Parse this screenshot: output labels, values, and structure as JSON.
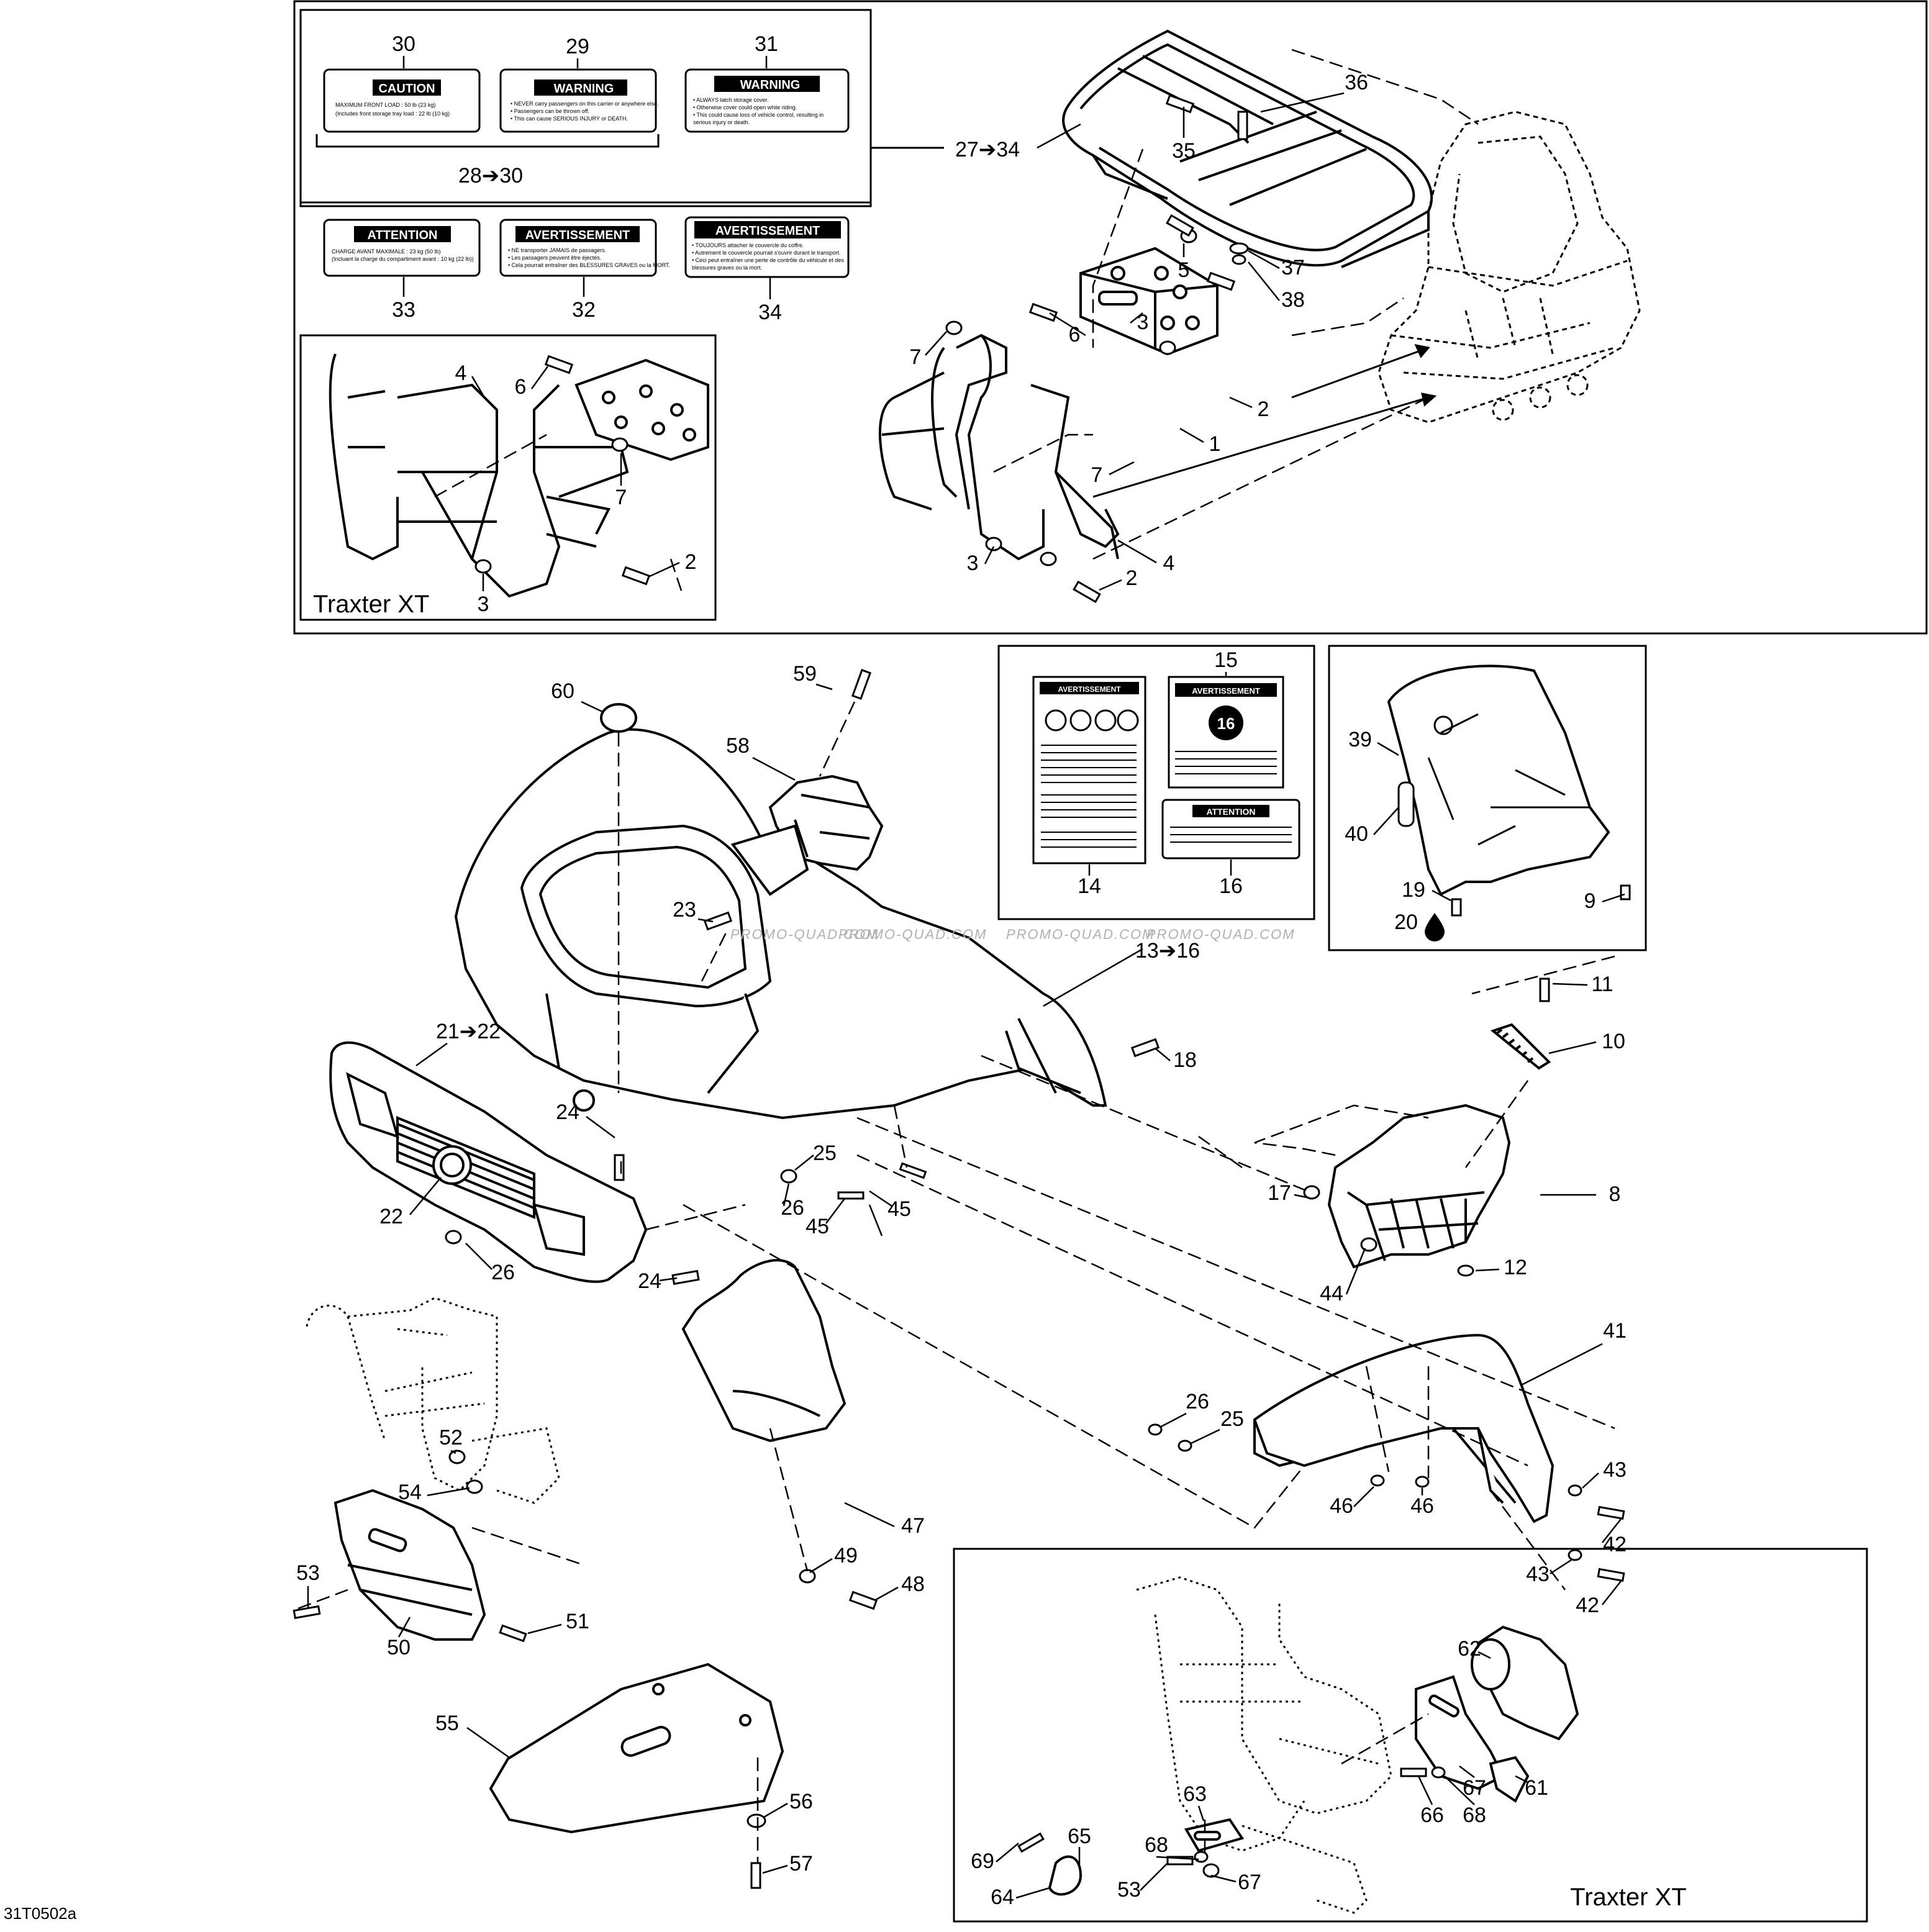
{
  "diagram": {
    "reference_code": "31T0502a",
    "frame_labels": {
      "xt_bumper_inset": "Traxter XT",
      "xt_winch_inset": "Traxter XT"
    },
    "watermark": "PROMO-QUAD.COM",
    "decals": {
      "d30": {
        "title": "CAUTION",
        "lines": [
          "MAXIMUM FRONT LOAD : 50 lb (23 kg)",
          "(Includes front storage tray load : 22 lb (10 kg)"
        ]
      },
      "d29": {
        "title": "WARNING",
        "lines": [
          "• NEVER carry passengers on this carrier or anywhere else.",
          "• Passengers can be thrown off.",
          "• This can cause SERIOUS INJURY or DEATH."
        ]
      },
      "d31": {
        "title": "WARNING",
        "lines": [
          "• ALWAYS latch storage cover.",
          "• Otherwise cover could open while riding.",
          "• This could cause loss of vehicle control, resulting in",
          "  serious injury or death."
        ]
      },
      "d33": {
        "title": "ATTENTION",
        "lines": [
          "CHARGE AVANT MAXIMALE : 23 kg (50 lb)",
          "(Incluant la charge du compartiment avant : 10 kg (22 lb))"
        ]
      },
      "d32": {
        "title": "AVERTISSEMENT",
        "lines": [
          "• NE transporter JAMAIS de passagers.",
          "• Les passagers peuvent être éjectés.",
          "• Cela pourrait entraîner des BLESSURES GRAVES ou la MORT."
        ]
      },
      "d34": {
        "title": "AVERTISSEMENT",
        "lines": [
          "• TOUJOURS attacher le couvercle du coffre.",
          "• Autrement le couvercle pourrait s'ouvrir durant le transport.",
          "• Ceci peut entraîner une perte de contrôle du véhicule et des",
          "  blessures graves ou la mort."
        ]
      },
      "d14": {
        "title": "AVERTISSEMENT"
      },
      "d15": {
        "title": "AVERTISSEMENT",
        "badge": "16"
      },
      "d16": {
        "title": "ATTENTION"
      }
    },
    "callouts": {
      "c1": "1",
      "c2a": "2",
      "c2b": "2",
      "c2c": "2",
      "c3a": "3",
      "c3b": "3",
      "c3c": "3",
      "c4a": "4",
      "c4b": "4",
      "c5": "5",
      "c6a": "6",
      "c6b": "6",
      "c7a": "7",
      "c7b": "7",
      "c7c": "7",
      "c8": "8",
      "c9": "9",
      "c10": "10",
      "c11": "11",
      "c12": "12",
      "c13_16": "13➔16",
      "c14": "14",
      "c15": "15",
      "c16": "16",
      "c17": "17",
      "c18": "18",
      "c19": "19",
      "c20": "20",
      "c21_22": "21➔22",
      "c22": "22",
      "c23": "23",
      "c24a": "24",
      "c24b": "24",
      "c25a": "25",
      "c25b": "25",
      "c26a": "26",
      "c26b": "26",
      "c26c": "26",
      "c27_34": "27➔34",
      "c28_30": "28➔30",
      "c29": "29",
      "c30": "30",
      "c31": "31",
      "c32": "32",
      "c33": "33",
      "c34": "34",
      "c35": "35",
      "c36": "36",
      "c37": "37",
      "c38": "38",
      "c39": "39",
      "c40": "40",
      "c41": "41",
      "c42a": "42",
      "c42b": "42",
      "c43a": "43",
      "c43b": "43",
      "c44": "44",
      "c45a": "45",
      "c45b": "45",
      "c46a": "46",
      "c46b": "46",
      "c47": "47",
      "c48": "48",
      "c49": "49",
      "c50": "50",
      "c51": "51",
      "c52": "52",
      "c53a": "53",
      "c53b": "53",
      "c54": "54",
      "c55": "55",
      "c56": "56",
      "c57": "57",
      "c58": "58",
      "c59": "59",
      "c60": "60",
      "c61": "61",
      "c62": "62",
      "c63": "63",
      "c64": "64",
      "c65": "65",
      "c66": "66",
      "c67a": "67",
      "c67b": "67",
      "c68a": "68",
      "c68b": "68",
      "c69": "69"
    }
  }
}
